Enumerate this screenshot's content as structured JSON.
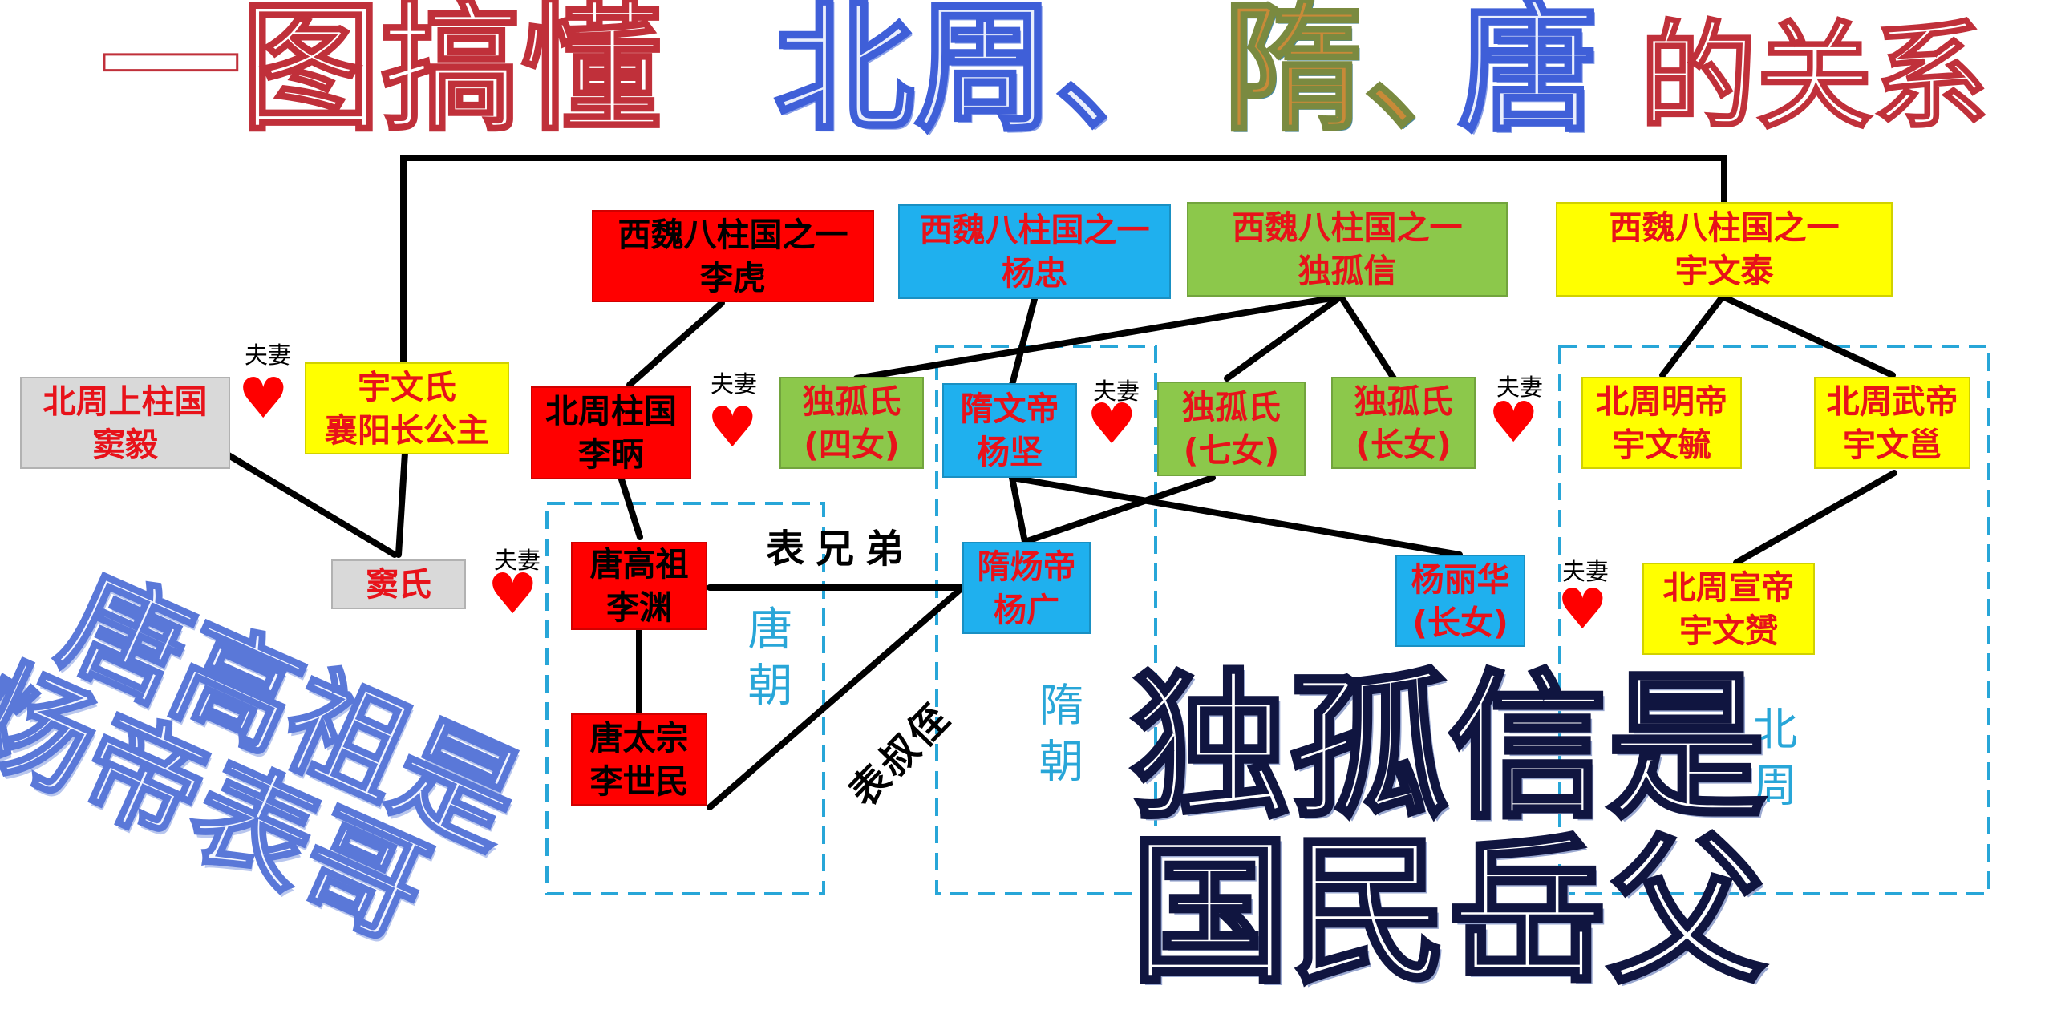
{
  "title": {
    "part1": "一图搞懂",
    "part2": "北周、",
    "part3": "隋、",
    "part4": "唐",
    "part5": "的关系"
  },
  "boxes": {
    "lihu": [
      "西魏八柱国之一",
      "李虎"
    ],
    "yangzhong": [
      "西魏八柱国之一",
      "杨忠"
    ],
    "dugu": [
      "西魏八柱国之一",
      "独孤信"
    ],
    "yuwentai": [
      "西魏八柱国之一",
      "宇文泰"
    ],
    "douyi": [
      "北周上柱国",
      "窦毅"
    ],
    "yuwenshi": [
      "宇文氏",
      "襄阳长公主"
    ],
    "libing": [
      "北周柱国",
      "李昞"
    ],
    "dugu4": [
      "独孤氏",
      "(四女)"
    ],
    "yangjian": [
      "隋文帝",
      "杨坚"
    ],
    "dugu7": [
      "独孤氏",
      "(七女)"
    ],
    "dugu1": [
      "独孤氏",
      "(长女)"
    ],
    "mingdi": [
      "北周明帝",
      "宇文毓"
    ],
    "wudi": [
      "北周武帝",
      "宇文邕"
    ],
    "doushi": [
      "窦氏"
    ],
    "liyuan": [
      "唐高祖",
      "李渊"
    ],
    "yangguang": [
      "隋炀帝",
      "杨广"
    ],
    "yanglihua": [
      "杨丽华",
      "(长女)"
    ],
    "xuandi": [
      "北周宣帝",
      "宇文赟"
    ],
    "lishimin": [
      "唐太宗",
      "李世民"
    ]
  },
  "spouse_label": "夫妻",
  "relation_labels": {
    "cousins": "表兄弟",
    "uncle_nephew": "表叔侄"
  },
  "dynasty_labels": {
    "tang": "唐朝",
    "sui": "隋朝",
    "zhou": "北周"
  },
  "callouts": {
    "left_line1": "唐高祖是",
    "left_line2": "隋炀帝表哥",
    "right_line1": "独孤信是",
    "right_line2": "国民岳父"
  },
  "colors": {
    "tang_red": "#ff0000",
    "sui_blue": "#1fb0ee",
    "dugu_green": "#8cc84b",
    "zhou_yellow": "#ffff00",
    "in_law_grey": "#d9d9d9",
    "dynasty_frame": "#28a6d8",
    "heart": "#ff0000"
  },
  "icons": [
    "heart-icon"
  ]
}
